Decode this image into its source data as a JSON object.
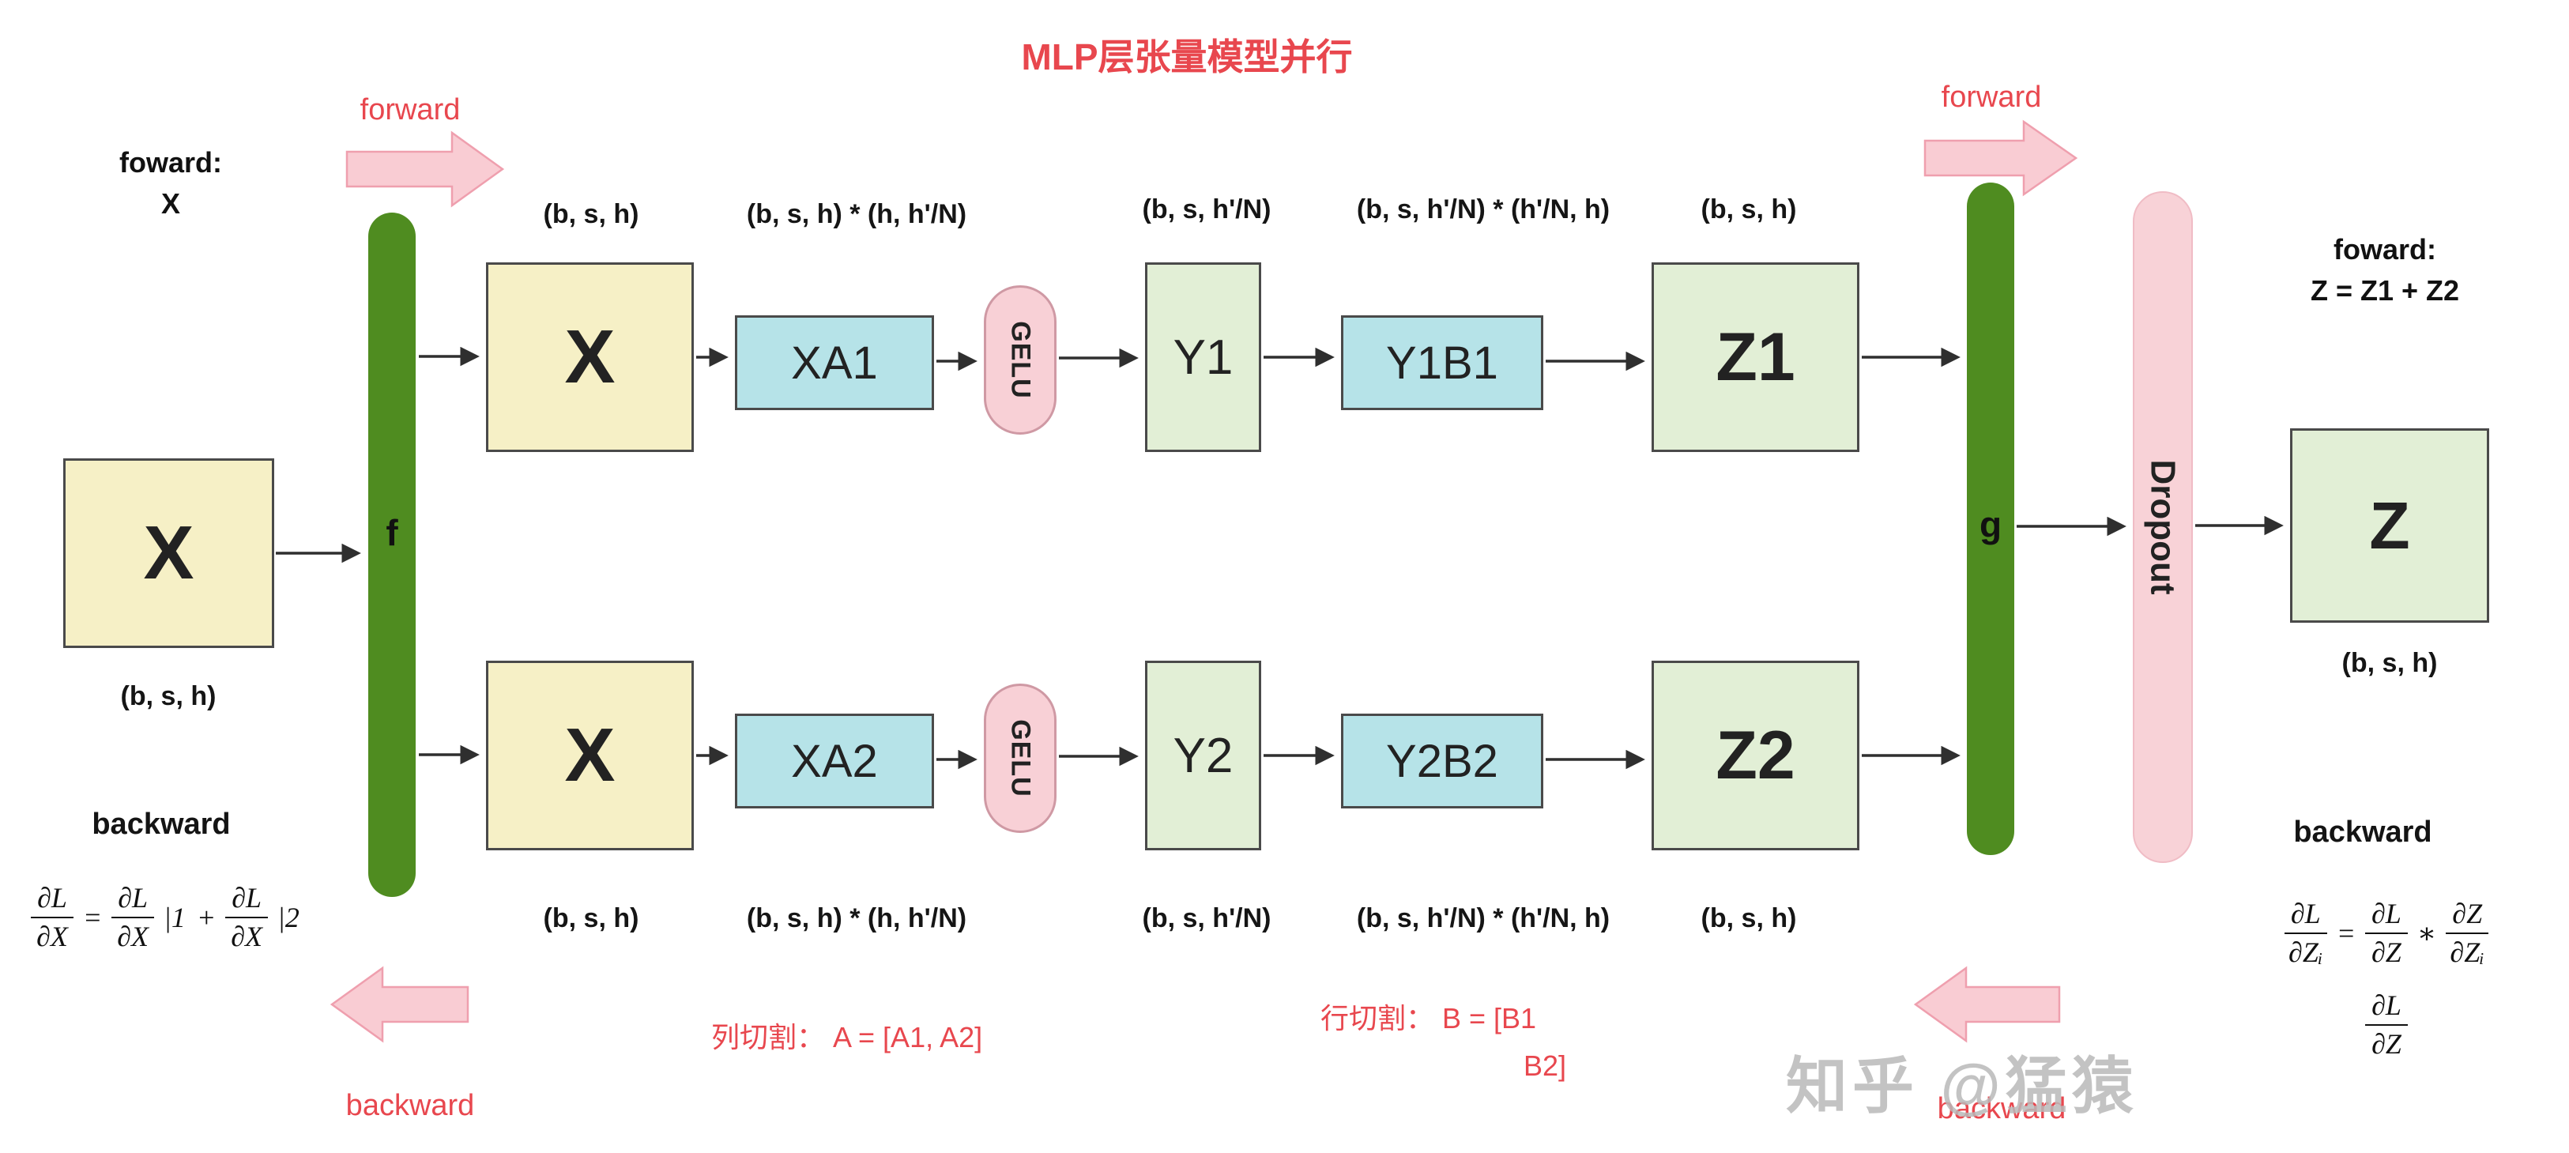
{
  "title": "MLP层张量模型并行",
  "colors": {
    "accent_red": "#e8474e",
    "bar_green": "#4f8c20",
    "box_yellow": "#f6f0c6",
    "box_cyan": "#b6e3e8",
    "box_light_green": "#e2efd6",
    "pink": "#f8d0d6"
  },
  "left": {
    "note_line1": "foward:",
    "note_line2": "X",
    "forward_label": "forward",
    "x_label": "X",
    "x_shape": "(b, s, h)",
    "f_label": "f",
    "backward_title": "backward",
    "backward_label": "backward"
  },
  "branch1": {
    "x_label": "X",
    "x_shape": "(b, s, h)",
    "xa_label": "XA1",
    "xa_shape": "(b, s, h) * (h, h'/N)",
    "gelu_label": "GELU",
    "y_label": "Y1",
    "y_shape": "(b, s,  h'/N)",
    "yb_label": "Y1B1",
    "yb_shape": "(b, s, h'/N) * (h'/N, h)",
    "z_label": "Z1",
    "z_shape": "(b, s, h)"
  },
  "branch2": {
    "x_label": "X",
    "x_shape": "(b, s, h)",
    "xa_label": "XA2",
    "xa_shape": "(b, s, h) * (h, h'/N)",
    "gelu_label": "GELU",
    "y_label": "Y2",
    "y_shape": "(b, s,  h'/N)",
    "yb_label": "Y2B2",
    "yb_shape": "(b, s, h'/N) * (h'/N, h)",
    "z_label": "Z2",
    "z_shape": "(b, s, h)"
  },
  "right": {
    "forward_label": "forward",
    "g_label": "g",
    "dropout_label": "Dropout",
    "z_label": "Z",
    "z_shape": "(b, s, h)",
    "note_line1": "foward:",
    "note_line2": "Z = Z1 + Z2",
    "backward_title": "backward",
    "backward_label": "backward"
  },
  "annotations": {
    "col_split": "列切割：  A = [A1, A2]",
    "row_split_1": "行切割：  B = [B1",
    "row_split_2": "B2]"
  },
  "formulas": {
    "left": {
      "n1": "∂L",
      "d1": "∂X",
      "eq": "=",
      "n2": "∂L",
      "d2": "∂X",
      "p1": "|1",
      "plus": "+",
      "n3": "∂L",
      "d3": "∂X",
      "p2": "|2"
    },
    "right": {
      "n1": "∂L",
      "d1": "∂Zᵢ",
      "eq": "=",
      "n2": "∂L",
      "d2": "∂Z",
      "times": "∗",
      "n3": "∂Z",
      "d3": "∂Zᵢ"
    },
    "right2": {
      "n1": "∂L",
      "d1": "∂Z"
    }
  },
  "watermark": "知乎 @猛猿"
}
